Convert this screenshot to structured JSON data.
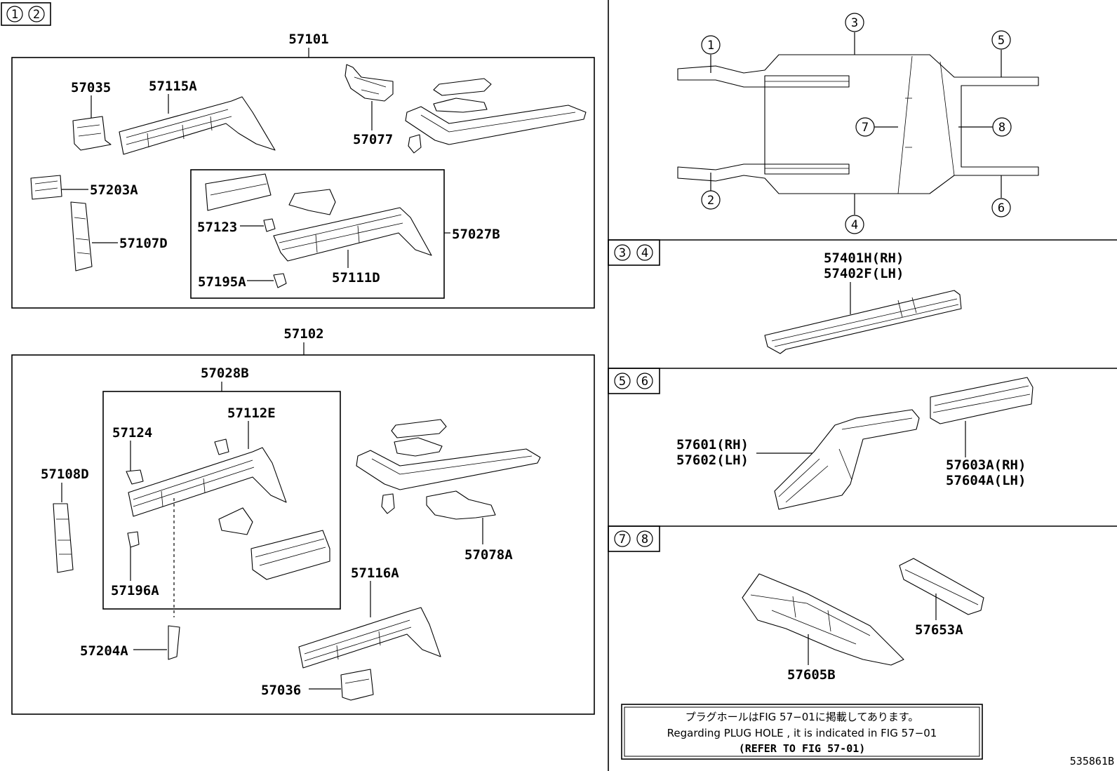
{
  "sections": {
    "s12": {
      "c1": "1",
      "c2": "2"
    },
    "s34": {
      "c1": "3",
      "c2": "4"
    },
    "s56": {
      "c1": "5",
      "c2": "6"
    },
    "s78": {
      "c1": "7",
      "c2": "8"
    }
  },
  "frame_circles": [
    "1",
    "2",
    "3",
    "4",
    "5",
    "6",
    "7",
    "8"
  ],
  "labels": {
    "p57101": "57101",
    "p57035": "57035",
    "p57115A": "57115A",
    "p57077": "57077",
    "p57203A": "57203A",
    "p57107D": "57107D",
    "p57123": "57123",
    "p57027B": "57027B",
    "p57195A": "57195A",
    "p57111D": "57111D",
    "p57102": "57102",
    "p57028B": "57028B",
    "p57112E": "57112E",
    "p57124": "57124",
    "p57108D": "57108D",
    "p57196A": "57196A",
    "p57078A": "57078A",
    "p57116A": "57116A",
    "p57204A": "57204A",
    "p57036": "57036",
    "p57401H": "57401H(RH)",
    "p57402F": "57402F(LH)",
    "p57601": "57601(RH)",
    "p57602": "57602(LH)",
    "p57603A": "57603A(RH)",
    "p57604A": "57604A(LH)",
    "p57653A": "57653A",
    "p57605B": "57605B"
  },
  "note": {
    "line1": "プラグホールはFIG 57−01に掲載してあります。",
    "line2": "Regarding PLUG HOLE , it is indicated in FIG 57−01",
    "line3": "(REFER TO FIG 57-01)"
  },
  "figure_id": "535861B"
}
